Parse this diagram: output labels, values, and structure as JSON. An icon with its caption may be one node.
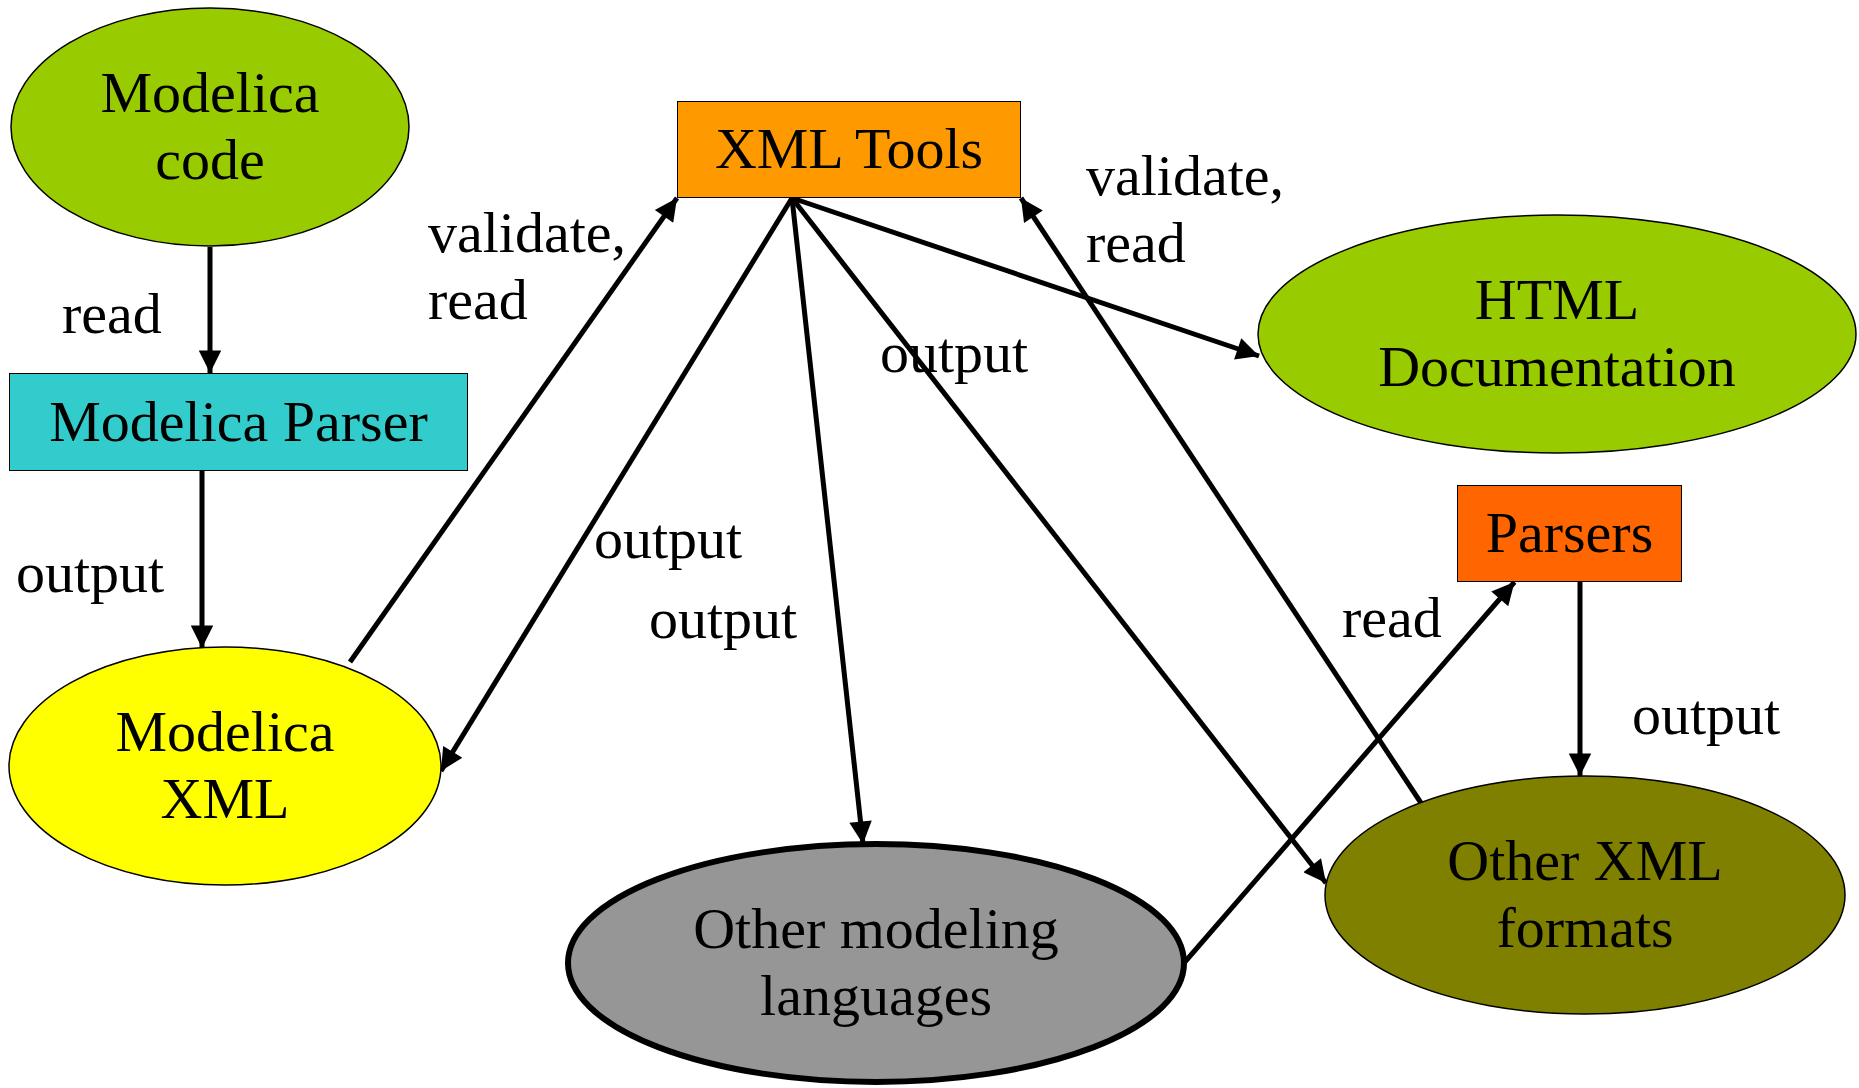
{
  "diagram": {
    "nodes": [
      {
        "text": [
          "Modelica code"
        ]
      },
      {
        "text": [
          "Modelica Parser"
        ]
      },
      {
        "text": [
          "Modelica XML"
        ]
      },
      {
        "text": [
          "XML Tools"
        ]
      },
      {
        "text": [
          "HTML Documentation"
        ]
      },
      {
        "text": [
          "Parsers"
        ]
      },
      {
        "text": [
          "Other modeling languages"
        ]
      },
      {
        "text": [
          "Other XML formats"
        ]
      }
    ],
    "edges": [
      {
        "from": 0,
        "to": 1,
        "arrow": "to",
        "label": "read"
      },
      {
        "from": 1,
        "to": 2,
        "arrow": "to",
        "label": "output"
      },
      {
        "from": 2,
        "to": 3,
        "arrow": "to",
        "label": "validate, read"
      },
      {
        "from": 3,
        "to": 2,
        "arrow": "to",
        "label": "output"
      },
      {
        "from": 3,
        "to": 6,
        "arrow": "to",
        "label": "output"
      },
      {
        "from": 3,
        "to": 7,
        "arrow": "to",
        "label": "output"
      },
      {
        "from": 3,
        "to": 4,
        "arrow": "to"
      },
      {
        "from": 7,
        "to": 3,
        "arrow": "to",
        "label": "validate, read"
      },
      {
        "from": 6,
        "to": 5,
        "arrow": "to",
        "label": "read"
      },
      {
        "from": 5,
        "to": 7,
        "arrow": "to",
        "label": "output"
      }
    ]
  }
}
